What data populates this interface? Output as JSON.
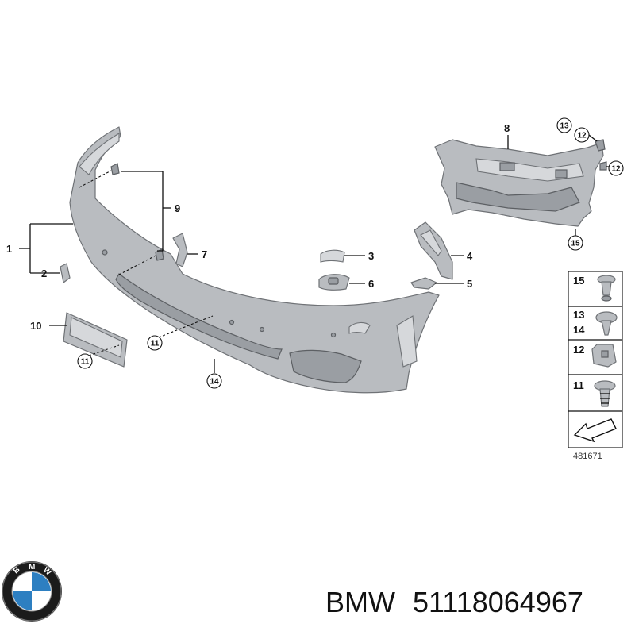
{
  "callouts": {
    "c1": "1",
    "c2": "2",
    "c3": "3",
    "c4": "4",
    "c5": "5",
    "c6": "6",
    "c7": "7",
    "c8": "8",
    "c9": "9",
    "c10": "10",
    "c11a": "11",
    "c11b": "11",
    "c12a": "12",
    "c12b": "12",
    "c13": "13",
    "c14": "14",
    "c15": "15"
  },
  "fastener_panel": {
    "rows": [
      {
        "label_top": "15",
        "label_bottom": ""
      },
      {
        "label_top": "13",
        "label_bottom": "14"
      },
      {
        "label_top": "12",
        "label_bottom": ""
      },
      {
        "label_top": "11",
        "label_bottom": ""
      }
    ],
    "diagram_ref": "481671"
  },
  "footer": {
    "brand": "BMW",
    "part_number": "51118064967"
  }
}
